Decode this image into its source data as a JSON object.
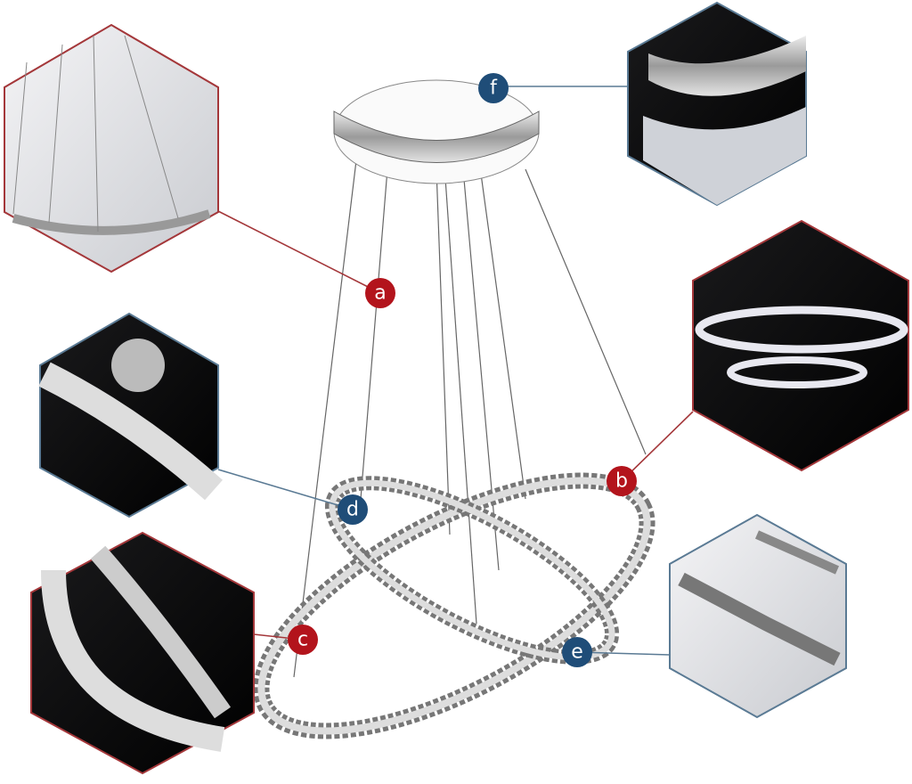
{
  "colors": {
    "red": "#b3141c",
    "blue": "#1f4d78",
    "red_line": "#a4373a",
    "blue_line": "#5a7a94"
  },
  "callouts": [
    {
      "label": "a",
      "color": "red"
    },
    {
      "label": "b",
      "color": "red"
    },
    {
      "label": "c",
      "color": "red"
    },
    {
      "label": "d",
      "color": "blue"
    },
    {
      "label": "e",
      "color": "blue"
    },
    {
      "label": "f",
      "color": "blue"
    }
  ]
}
